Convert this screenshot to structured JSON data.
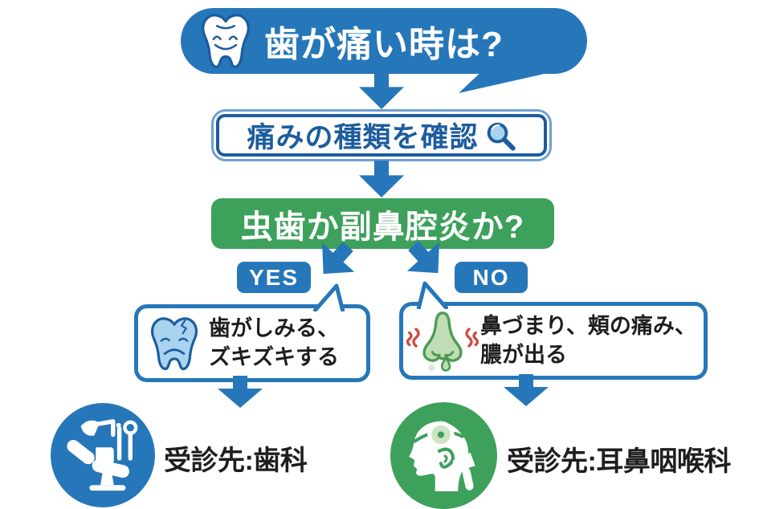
{
  "palette": {
    "blue": "#2677b9",
    "dark_blue": "#1d5c9e",
    "light_blue": "#a9d3ee",
    "green": "#3da05b",
    "light_green": "#c0ddb5",
    "nose_green": "#4d9b52",
    "red": "#cf4a42",
    "text": "#1e1e1e"
  },
  "icons": {
    "title": "happy-tooth-icon",
    "check": "magnifier-icon",
    "yes_symptom": "sad-tooth-icon",
    "no_symptom": "inflamed-nose-icon",
    "dentist": "dental-chair-icon",
    "ent": "ent-head-icon"
  },
  "title_bubble": {
    "label": "歯が痛い時は?"
  },
  "check_step": {
    "label": "痛みの種類を確認"
  },
  "question_step": {
    "label": "虫歯か副鼻腔炎か?"
  },
  "yes_branch": {
    "badge": "YES",
    "symptom_line1": "歯がしみる、",
    "symptom_line2": "ズキズキする",
    "destination": "受診先:歯科"
  },
  "no_branch": {
    "badge": "NO",
    "symptom_line1": "鼻づまり、頬の痛み、",
    "symptom_line2": "膿が出る",
    "destination": "受診先:耳鼻咽喉科"
  }
}
